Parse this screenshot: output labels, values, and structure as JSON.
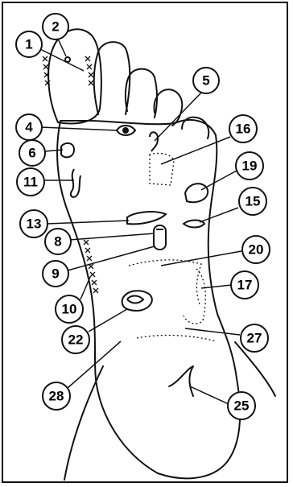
{
  "colors": {
    "ink": "#111111",
    "background": "#ffffff"
  },
  "labels": [
    {
      "id": "label-1",
      "text": "1"
    },
    {
      "id": "label-2",
      "text": "2"
    },
    {
      "id": "label-4",
      "text": "4"
    },
    {
      "id": "label-5",
      "text": "5"
    },
    {
      "id": "label-6",
      "text": "6"
    },
    {
      "id": "label-8",
      "text": "8"
    },
    {
      "id": "label-9",
      "text": "9"
    },
    {
      "id": "label-10",
      "text": "10"
    },
    {
      "id": "label-11",
      "text": "11"
    },
    {
      "id": "label-13",
      "text": "13"
    },
    {
      "id": "label-15",
      "text": "15"
    },
    {
      "id": "label-16",
      "text": "16"
    },
    {
      "id": "label-17",
      "text": "17"
    },
    {
      "id": "label-19",
      "text": "19"
    },
    {
      "id": "label-20",
      "text": "20"
    },
    {
      "id": "label-22",
      "text": "22"
    },
    {
      "id": "label-25",
      "text": "25"
    },
    {
      "id": "label-27",
      "text": "27"
    },
    {
      "id": "label-28",
      "text": "28"
    }
  ]
}
